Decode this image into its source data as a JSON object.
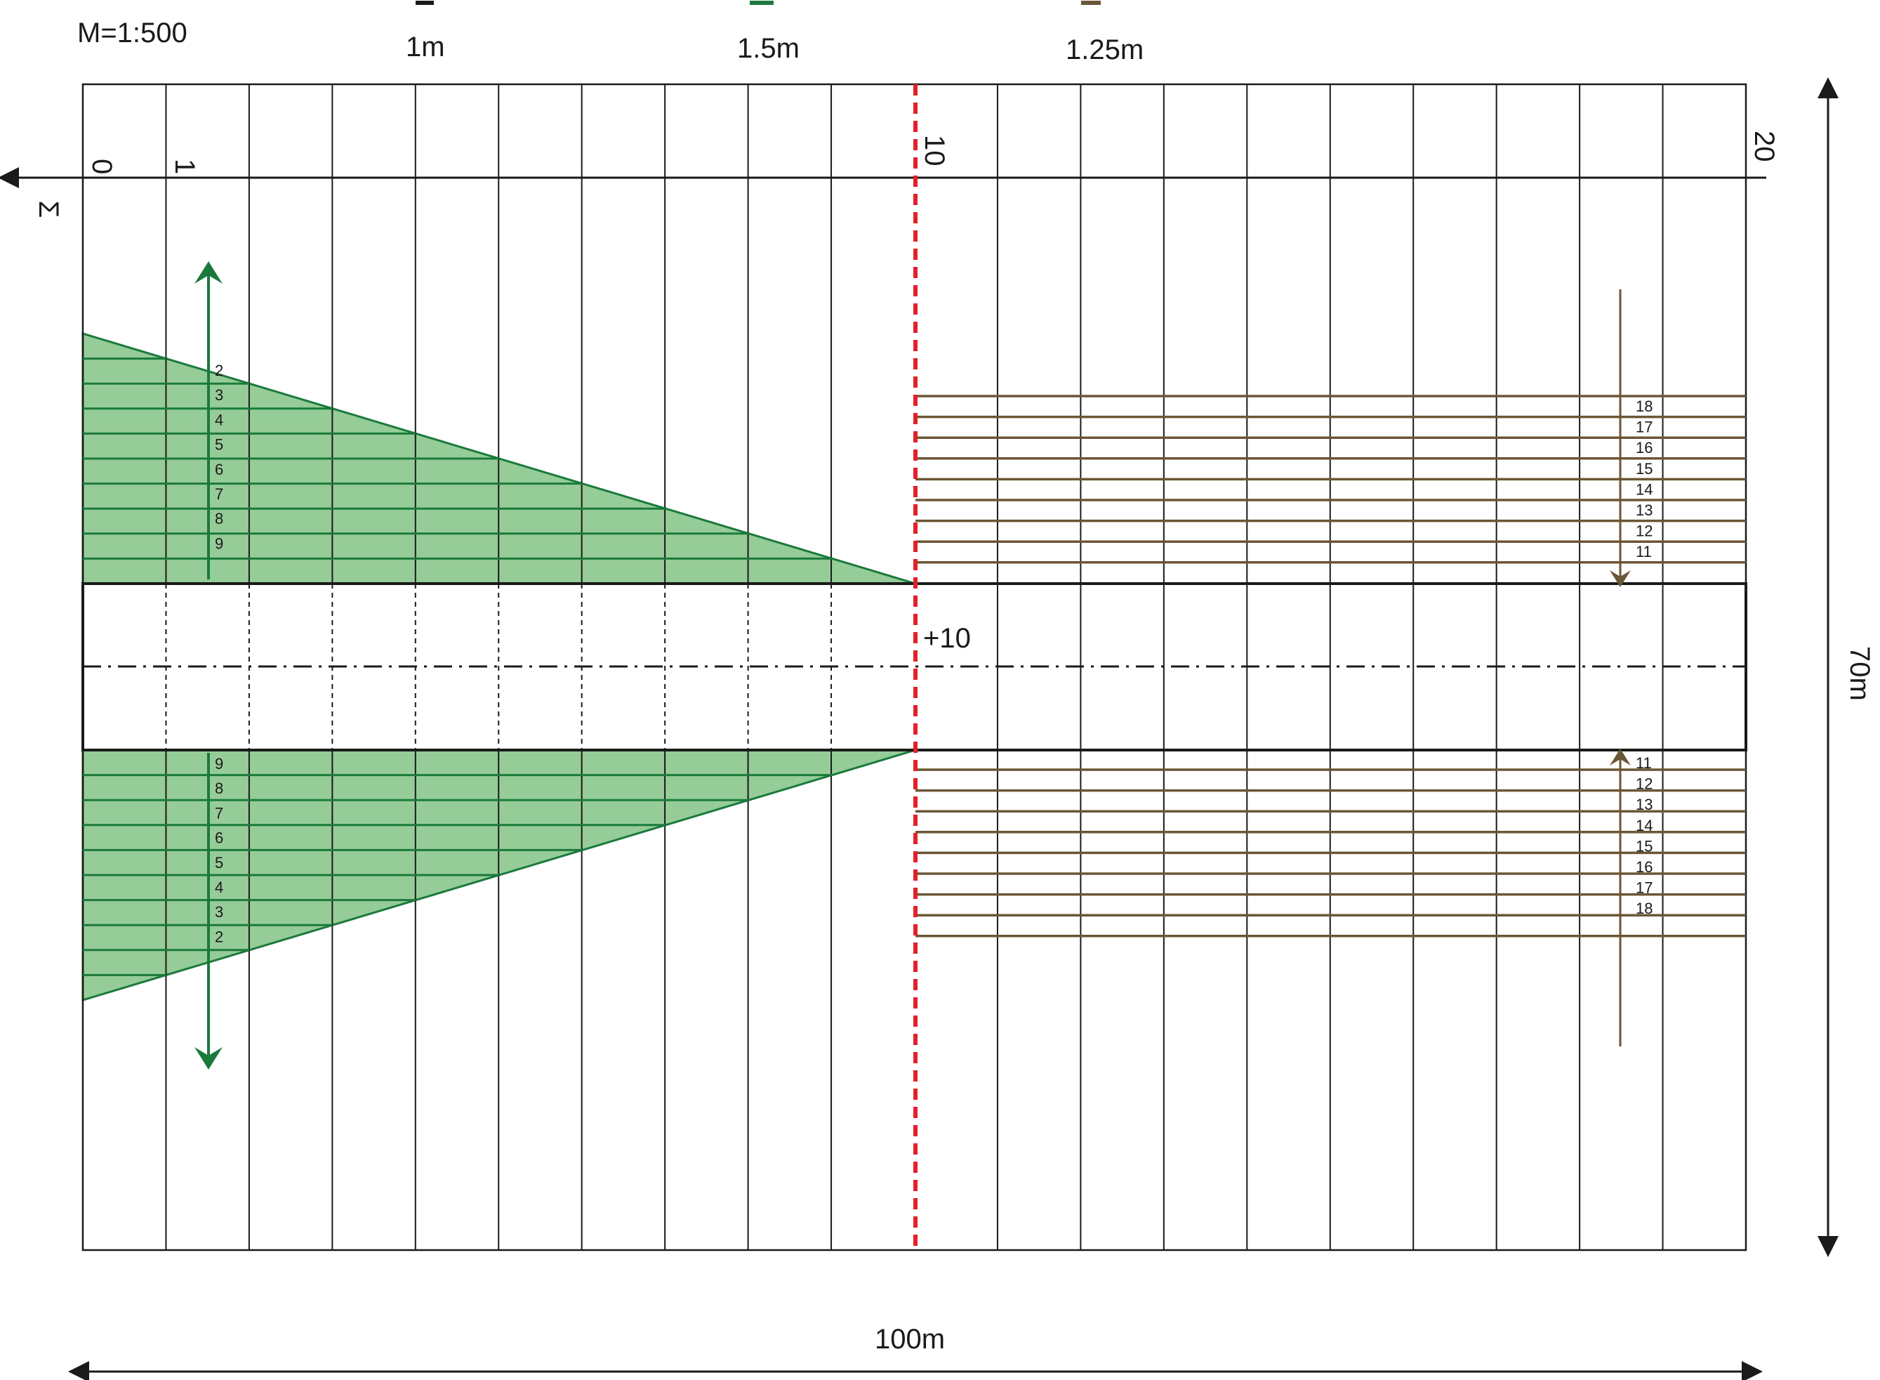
{
  "scale_label": "M=1:500",
  "legend": [
    {
      "label": "1m",
      "color": "#1a1a1a"
    },
    {
      "label": "1.5m",
      "color": "#1a7a3c"
    },
    {
      "label": "1.25m",
      "color": "#6b5635"
    }
  ],
  "axis": {
    "symbol": "Σ",
    "tick_labels": [
      "0",
      "1",
      "10",
      "20"
    ],
    "column_count": 20
  },
  "dimensions": {
    "width": "100m",
    "height": "70m"
  },
  "center_label": "+10",
  "colors": {
    "grid": "#1a1a1a",
    "green": "#1a7a3c",
    "green_fill": "#96cc98",
    "brown": "#6b5635",
    "red": "#e3202a"
  },
  "green_upper_rows": [
    "2",
    "3",
    "4",
    "5",
    "6",
    "7",
    "8",
    "9"
  ],
  "green_lower_rows": [
    "9",
    "8",
    "7",
    "6",
    "5",
    "4",
    "3",
    "2"
  ],
  "brown_upper_rows": [
    "18",
    "17",
    "16",
    "15",
    "14",
    "13",
    "12",
    "11"
  ],
  "brown_lower_rows": [
    "11",
    "12",
    "13",
    "14",
    "15",
    "16",
    "17",
    "18"
  ]
}
